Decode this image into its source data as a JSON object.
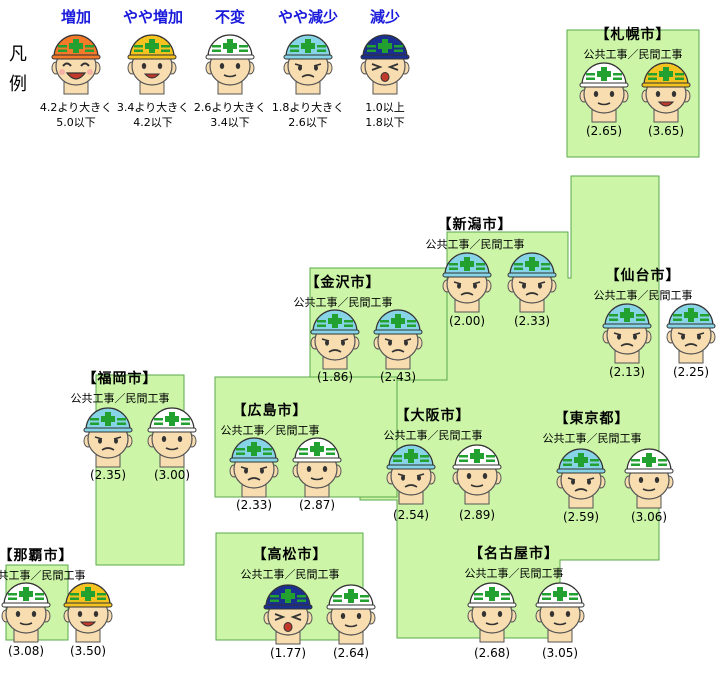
{
  "legend": {
    "label": [
      "凡",
      "例"
    ],
    "items": [
      {
        "key": "increase",
        "title": "増加",
        "line1": "4.2より大きく",
        "line2": "5.0以下",
        "helmet": "#f27a28",
        "expression": "happy"
      },
      {
        "key": "slight_increase",
        "title": "やや増加",
        "line1": "3.4より大きく",
        "line2": "4.2以下",
        "helmet": "#f4c31f",
        "expression": "smile"
      },
      {
        "key": "unchanged",
        "title": "不変",
        "line1": "2.6より大きく",
        "line2": "3.4以下",
        "helmet": "#ffffff",
        "expression": "neutral"
      },
      {
        "key": "slight_decrease",
        "title": "やや減少",
        "line1": "1.8より大きく",
        "line2": "2.6以下",
        "helmet": "#86d4e6",
        "expression": "sad"
      },
      {
        "key": "decrease",
        "title": "減少",
        "line1": "1.0以上",
        "line2": "1.8以下",
        "helmet": "#1a2f8f",
        "expression": "cry"
      }
    ]
  },
  "subtitle": "公共工事／民間工事",
  "cities": [
    {
      "name": "【札幌市】",
      "public": "(2.65)",
      "private": "(3.65)",
      "public_level": "unchanged",
      "private_level": "slight_increase"
    },
    {
      "name": "【新潟市】",
      "public": "(2.00)",
      "private": "(2.33)",
      "public_level": "slight_decrease",
      "private_level": "slight_decrease"
    },
    {
      "name": "【仙台市】",
      "public": "(2.13)",
      "private": "(2.25)",
      "public_level": "slight_decrease",
      "private_level": "slight_decrease"
    },
    {
      "name": "【金沢市】",
      "public": "(1.86)",
      "private": "(2.43)",
      "public_level": "slight_decrease",
      "private_level": "slight_decrease"
    },
    {
      "name": "【福岡市】",
      "public": "(2.35)",
      "private": "(3.00)",
      "public_level": "slight_decrease",
      "private_level": "unchanged"
    },
    {
      "name": "【広島市】",
      "public": "(2.33)",
      "private": "(2.87)",
      "public_level": "slight_decrease",
      "private_level": "unchanged"
    },
    {
      "name": "【大阪市】",
      "public": "(2.54)",
      "private": "(2.89)",
      "public_level": "slight_decrease",
      "private_level": "unchanged"
    },
    {
      "name": "【東京都】",
      "public": "(2.59)",
      "private": "(3.06)",
      "public_level": "slight_decrease",
      "private_level": "unchanged"
    },
    {
      "name": "【那覇市】",
      "public": "(3.08)",
      "private": "(3.50)",
      "public_level": "unchanged",
      "private_level": "slight_increase"
    },
    {
      "name": "【高松市】",
      "public": "(1.77)",
      "private": "(2.64)",
      "public_level": "decrease",
      "private_level": "unchanged"
    },
    {
      "name": "【名古屋市】",
      "public": "(2.68)",
      "private": "(3.05)",
      "public_level": "unchanged",
      "private_level": "unchanged"
    }
  ],
  "colors": {
    "region_fill": "#ccf5a8",
    "region_stroke": "#5aa84a",
    "cross": "#22a030",
    "skin": "#f8ddb0",
    "title_blue": "#1a1adc"
  }
}
